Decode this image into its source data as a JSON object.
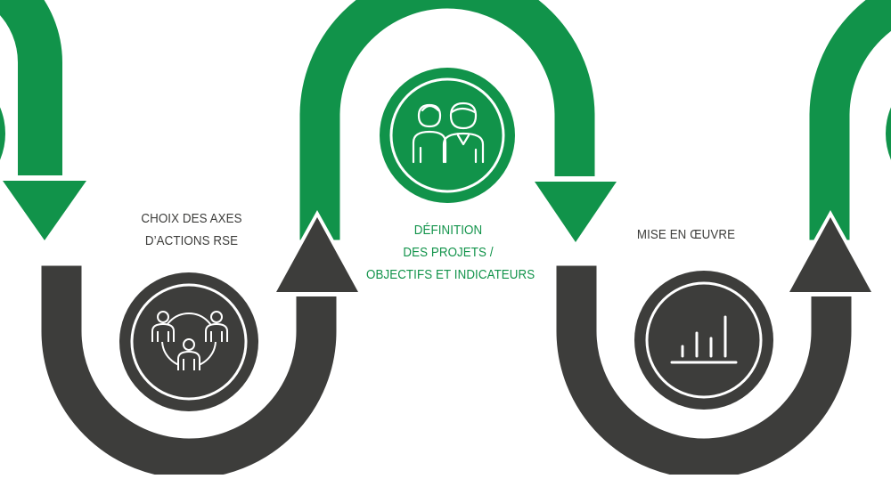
{
  "colors": {
    "green": "#11934a",
    "dark": "#3d3d3b",
    "white": "#ffffff"
  },
  "steps": [
    {
      "lines": [
        "CHOIX DES AXES",
        "D’ACTIONS RSE"
      ],
      "icon": "team-network-icon",
      "tone": "dark"
    },
    {
      "lines": [
        "DÉFINITION",
        "DES PROJETS /",
        "OBJECTIFS ET INDICATEURS"
      ],
      "icon": "two-people-icon",
      "tone": "green"
    },
    {
      "lines": [
        "MISE EN ŒUVRE"
      ],
      "icon": "bar-chart-icon",
      "tone": "dark"
    }
  ]
}
